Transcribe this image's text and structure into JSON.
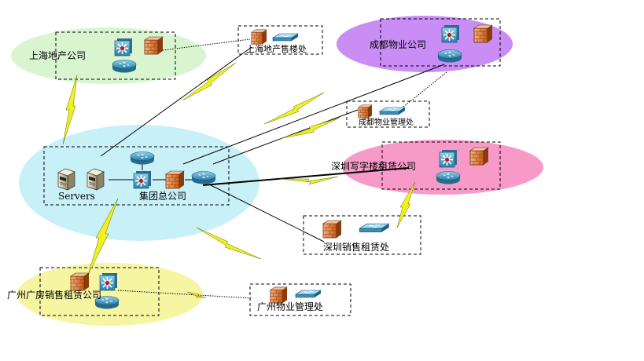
{
  "labels": {
    "shanghai_company": "上海地产公司",
    "shanghai_sales_office": "上海地产售楼处",
    "chengdu_company": "成都物业公司",
    "chengdu_office": "成都物业管理处",
    "servers": "Servers",
    "hq": "集团总公司",
    "shenzhen_company": "深圳写字楼租赁公司",
    "shenzhen_office": "深圳销售租赁处",
    "guangzhou_company": "广州广房销售租赁公司",
    "guangzhou_office": "广州物业管理处"
  },
  "colors": {
    "shanghai_zone": "#d9f5d0",
    "chengdu_zone": "#c98df5",
    "hq_zone": "#c8f0f7",
    "shenzhen_zone": "#f79ac8",
    "guangzhou_zone": "#f5f5a2",
    "lightning": "#f0f020",
    "firewall": "#e8853a",
    "router": "#4ba3cc",
    "hub_center": "#c21919"
  },
  "icons": {
    "router": "router-icon",
    "firewall": "firewall-icon",
    "hub": "hub-icon",
    "switch": "switch-icon",
    "server": "server-icon"
  }
}
